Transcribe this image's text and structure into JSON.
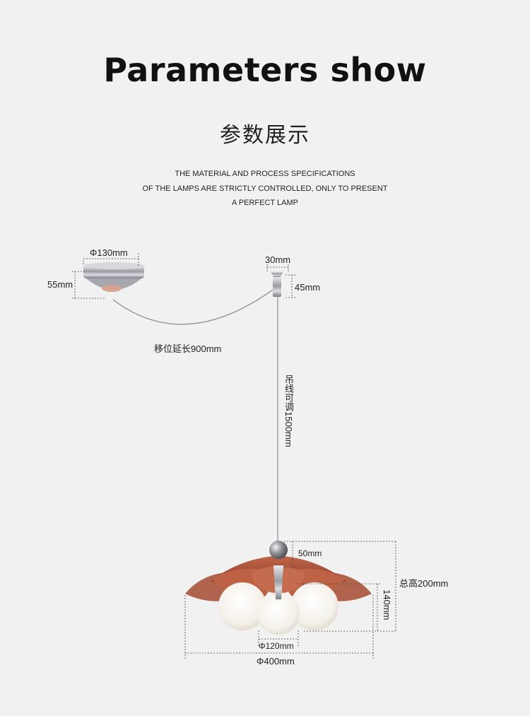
{
  "header": {
    "title": "Parameters show",
    "subtitle": "参数展示",
    "description_lines": [
      "THE MATERIAL AND PROCESS SPECIFICATIONS",
      "OF THE LAMPS ARE STRICTLY CONTROLLED, ONLY TO PRESENT",
      "A PERFECT LAMP"
    ]
  },
  "dimensions": {
    "canopy_diameter": "Φ130mm",
    "canopy_height": "55mm",
    "connector_width": "30mm",
    "connector_height": "45mm",
    "cable_shift": "移位延长900mm",
    "hanging_wire": "吊线可调1500mm",
    "ball_height": "50mm",
    "total_height": "总高200mm",
    "shade_height": "140mm",
    "globe_diameter": "Φ120mm",
    "shade_diameter": "Φ400mm"
  },
  "colors": {
    "background": "#f1f1f1",
    "shade_amber": "#b45a3a",
    "chrome": "#bfbfc4",
    "glass_white": "#f7f4ef"
  }
}
